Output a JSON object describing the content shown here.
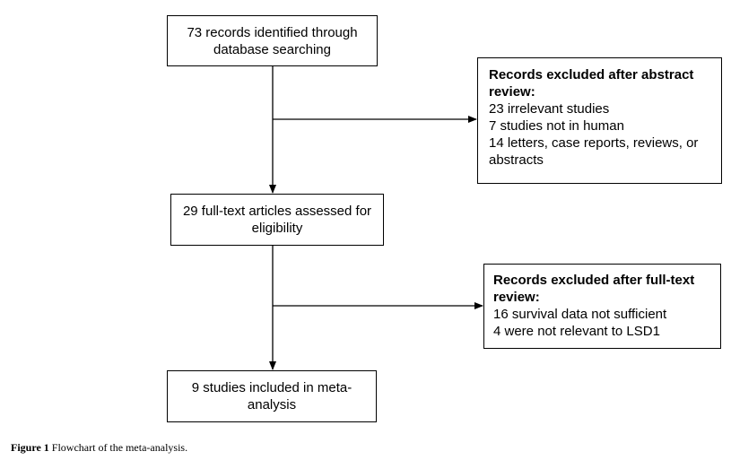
{
  "boxes": {
    "identified": {
      "lines": [
        "73 records identified through",
        "database searching"
      ]
    },
    "fulltext": {
      "lines": [
        "29 full-text articles assessed for",
        "eligibility"
      ]
    },
    "included": {
      "lines": [
        "9 studies included in meta-",
        "analysis"
      ]
    }
  },
  "exclusions": {
    "abstract": {
      "title_lines": [
        "Records excluded after abstract",
        "review:"
      ],
      "items": [
        "23 irrelevant studies",
        "7 studies not in human",
        "14 letters, case reports, reviews, or",
        "abstracts"
      ]
    },
    "fulltext": {
      "title_lines": [
        "Records excluded after full-text",
        "review:"
      ],
      "items": [
        "16 survival data not sufficient",
        "4 were not relevant to LSD1"
      ]
    }
  },
  "caption": {
    "label": "Figure 1",
    "text": "Flowchart of the meta-analysis."
  }
}
